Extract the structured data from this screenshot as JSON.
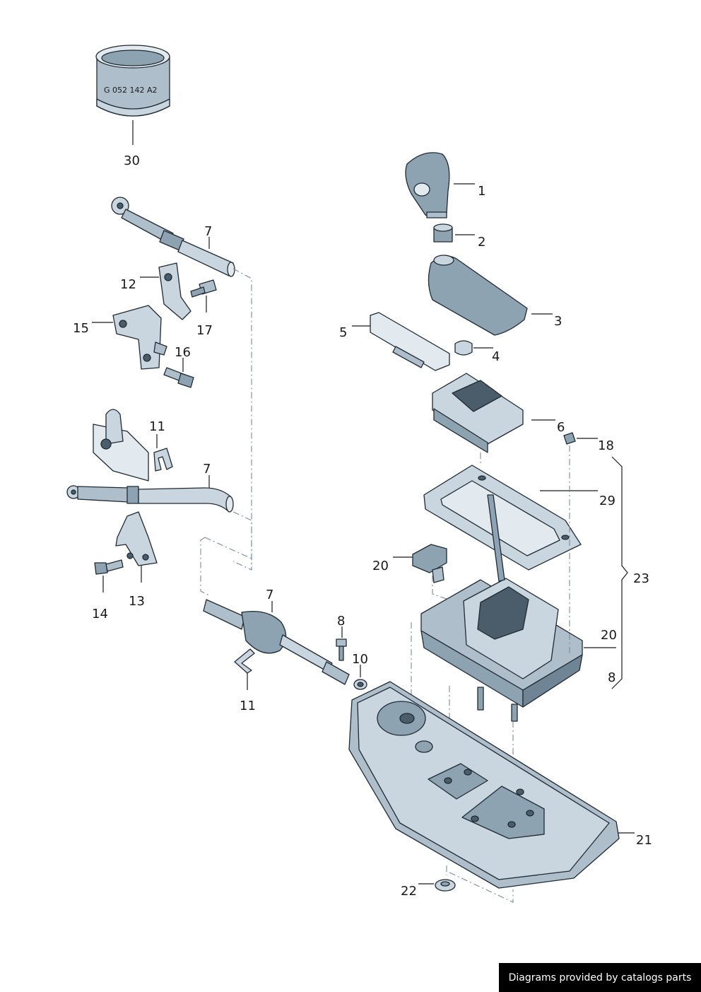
{
  "callouts": {
    "c1": "1",
    "c2": "2",
    "c3": "3",
    "c4": "4",
    "c5": "5",
    "c6": "6",
    "c7a": "7",
    "c7b": "7",
    "c7c": "7",
    "c8a": "8",
    "c8b": "8",
    "c10": "10",
    "c11a": "11",
    "c11b": "11",
    "c12": "12",
    "c13": "13",
    "c14": "14",
    "c15": "15",
    "c16": "16",
    "c17": "17",
    "c18": "18",
    "c20a": "20",
    "c20b": "20",
    "c21": "21",
    "c22": "22",
    "c23": "23",
    "c29": "29",
    "c30": "30"
  },
  "part30_marking": "G 052 142 A2",
  "footer": {
    "credit": "Diagrams provided by catalogs parts"
  }
}
